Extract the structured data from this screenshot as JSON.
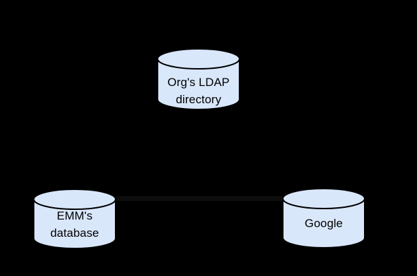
{
  "diagram": {
    "nodes": {
      "ldap": {
        "type": "database-cylinder",
        "lines": [
          "Org's LDAP",
          "directory"
        ]
      },
      "emm": {
        "type": "database-cylinder",
        "lines": [
          "EMM's",
          "database"
        ]
      },
      "google": {
        "type": "database-cylinder",
        "lines": [
          "Google"
        ]
      }
    },
    "connectors": [
      {
        "from": "emm",
        "to": "google",
        "style": "horizontal-line",
        "color": "#0d0d0d"
      }
    ]
  },
  "colors": {
    "canvas_bg": "#000000",
    "cylinder_fill": "#d9e7fb",
    "cylinder_stroke": "#000000",
    "label_color": "#000000",
    "connector_color": "#0d0d0d"
  }
}
